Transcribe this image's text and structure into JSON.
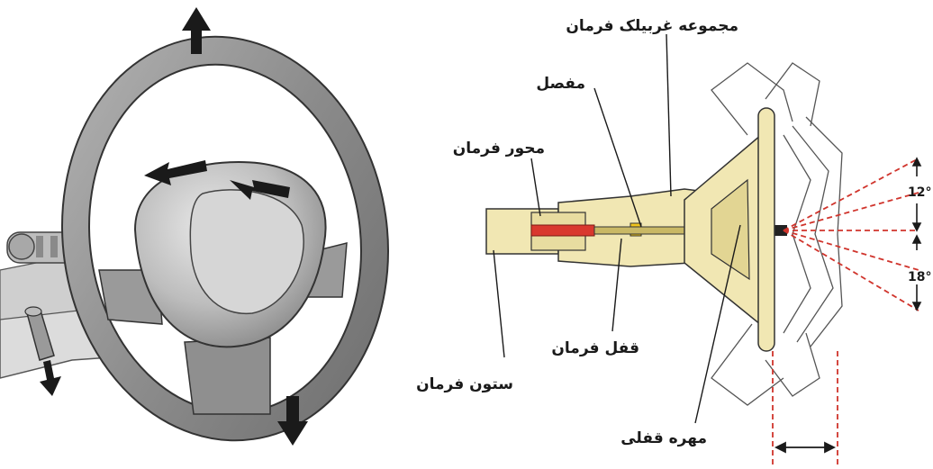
{
  "labels": {
    "steering_wheel_assembly": "مجموعه غربیلک فرمان",
    "joint": "مفصل",
    "steering_shaft": "محور فرمان",
    "steering_lock": "قفل فرمان",
    "steering_column": "ستون فرمان",
    "lock_nut": "مهره قفلی"
  },
  "angles": {
    "upper": "12°",
    "lower": "18°"
  },
  "colors": {
    "column_body": "#f1e7b3",
    "wheel_grey": "#8e8e8e",
    "shaft_red": "#d9382e",
    "dashed_red": "#d0342c",
    "lock_yellow": "#f2c51b"
  },
  "icons": {
    "adjust_up": "arrow-up-icon",
    "adjust_down": "arrow-down-icon",
    "telescopic": "double-arrow-icon"
  }
}
